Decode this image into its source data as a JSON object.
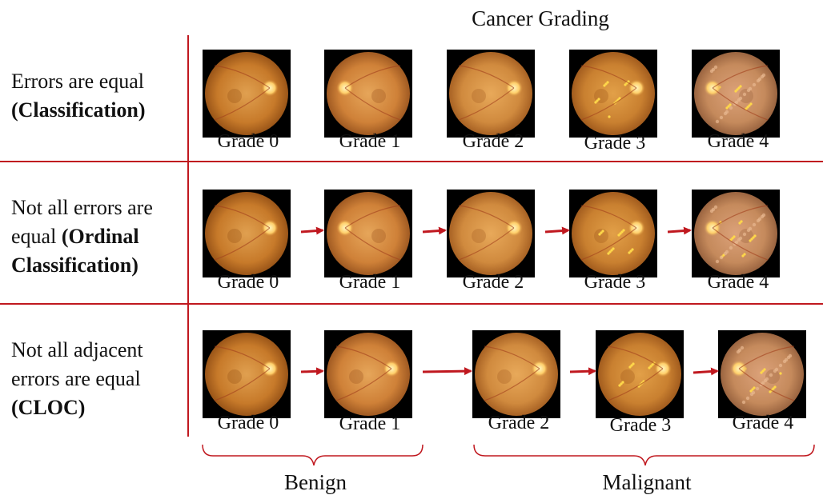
{
  "title": "Cancer Grading",
  "rows": [
    {
      "line1": "Errors are equal",
      "line2": "",
      "emph": "(Classification)",
      "pre": ""
    },
    {
      "line1": "Not all errors are",
      "line2": "equal",
      "emph": "(Ordinal",
      "emph2": "Classification)"
    },
    {
      "line1": "Not all adjacent",
      "line2": "errors are equal",
      "emph": "(CLOC)"
    }
  ],
  "grades": [
    "Grade 0",
    "Grade 1",
    "Grade 2",
    "Grade 3",
    "Grade 4"
  ],
  "groups": {
    "benign": "Benign",
    "malignant": "Malignant"
  },
  "colors": {
    "divider": "#c0181f",
    "arrow": "#c0181f"
  }
}
